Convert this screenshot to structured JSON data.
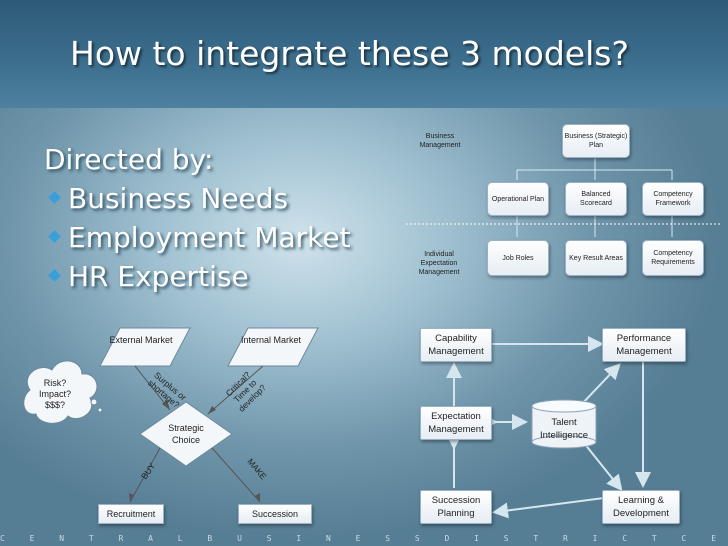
{
  "title": "How to integrate these 3 models?",
  "bullets": {
    "heading": "Directed by:",
    "items": [
      "Business Needs",
      "Employment Market",
      "HR Expertise"
    ]
  },
  "footer_strip": "C E N T R A L B U S I N E S S D I S T R I C T C E N T R A L B U S I N E S S D I S T R I C T C E N T R A",
  "business_model": {
    "row_labels": {
      "business_management": "Business Management",
      "individual_expectation": "Individual Expectation Management"
    },
    "top": "Business (Strategic) Plan",
    "middle": [
      "Operational Plan",
      "Balanced Scorecard",
      "Competency Framework"
    ],
    "bottom": [
      "Job Roles",
      "Key Result Areas",
      "Competency Requirements"
    ]
  },
  "market_model": {
    "external_market": "External Market",
    "internal_market": "Internal Market",
    "cloud": "Risk? Impact? $$$?",
    "surplus": "Surplus or shortage?",
    "critical": "Critical? Time to develop?",
    "choice": "Strategic Choice",
    "buy": "BUY",
    "make": "MAKE",
    "recruitment": "Recruitment",
    "succession": "Succession"
  },
  "hr_model": {
    "capability": "Capability Management",
    "performance": "Performance Management",
    "expectation": "Expectation Management",
    "talent": "Talent Intelligence",
    "succession_planning": "Succession Planning",
    "learning": "Learning & Development"
  },
  "colors": {
    "title_bar": "#2d5a78",
    "bullet_marker": "#3a9fd8",
    "text": "#ffffff"
  }
}
